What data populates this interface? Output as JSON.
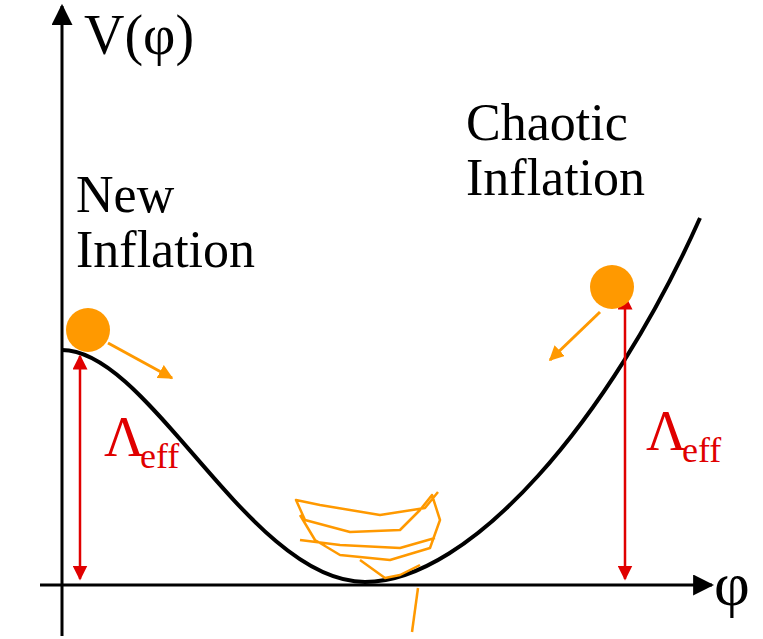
{
  "diagram": {
    "labels": [
      "V(φ)",
      "New Inflation",
      "Chaotic Inflation",
      "Λ",
      "eff",
      "Λ",
      "eff",
      "φ"
    ]
  }
}
